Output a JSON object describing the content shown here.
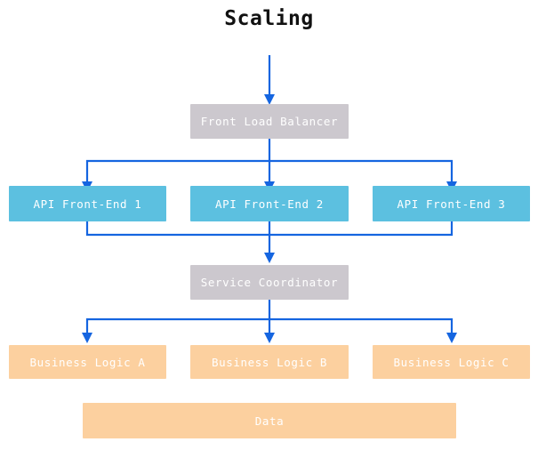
{
  "title": "Scaling",
  "colors": {
    "background": "#ffffff",
    "title_text": "#111111",
    "node_text": "#ffffff",
    "tier_gray": "#ccc8ce",
    "tier_blue": "#5cc0e0",
    "tier_orange": "#fcd09f",
    "edge": "#1565e0"
  },
  "nodes": {
    "entry_arrow": "inbound-traffic-arrow",
    "front_load_balancer": "Front Load Balancer",
    "api_front_ends": [
      "API Front-End 1",
      "API Front-End 2",
      "API Front-End 3"
    ],
    "service_coordinator": "Service Coordinator",
    "business_logic": [
      "Business Logic A",
      "Business Logic B",
      "Business Logic C"
    ],
    "data": "Data"
  },
  "edges": [
    {
      "from": "inbound",
      "to": "front_load_balancer"
    },
    {
      "from": "front_load_balancer",
      "to": "API Front-End 1"
    },
    {
      "from": "front_load_balancer",
      "to": "API Front-End 2"
    },
    {
      "from": "front_load_balancer",
      "to": "API Front-End 3"
    },
    {
      "from": "API Front-End 1",
      "to": "service_coordinator"
    },
    {
      "from": "API Front-End 2",
      "to": "service_coordinator"
    },
    {
      "from": "API Front-End 3",
      "to": "service_coordinator"
    },
    {
      "from": "service_coordinator",
      "to": "Business Logic A"
    },
    {
      "from": "service_coordinator",
      "to": "Business Logic B"
    },
    {
      "from": "service_coordinator",
      "to": "Business Logic C"
    }
  ]
}
